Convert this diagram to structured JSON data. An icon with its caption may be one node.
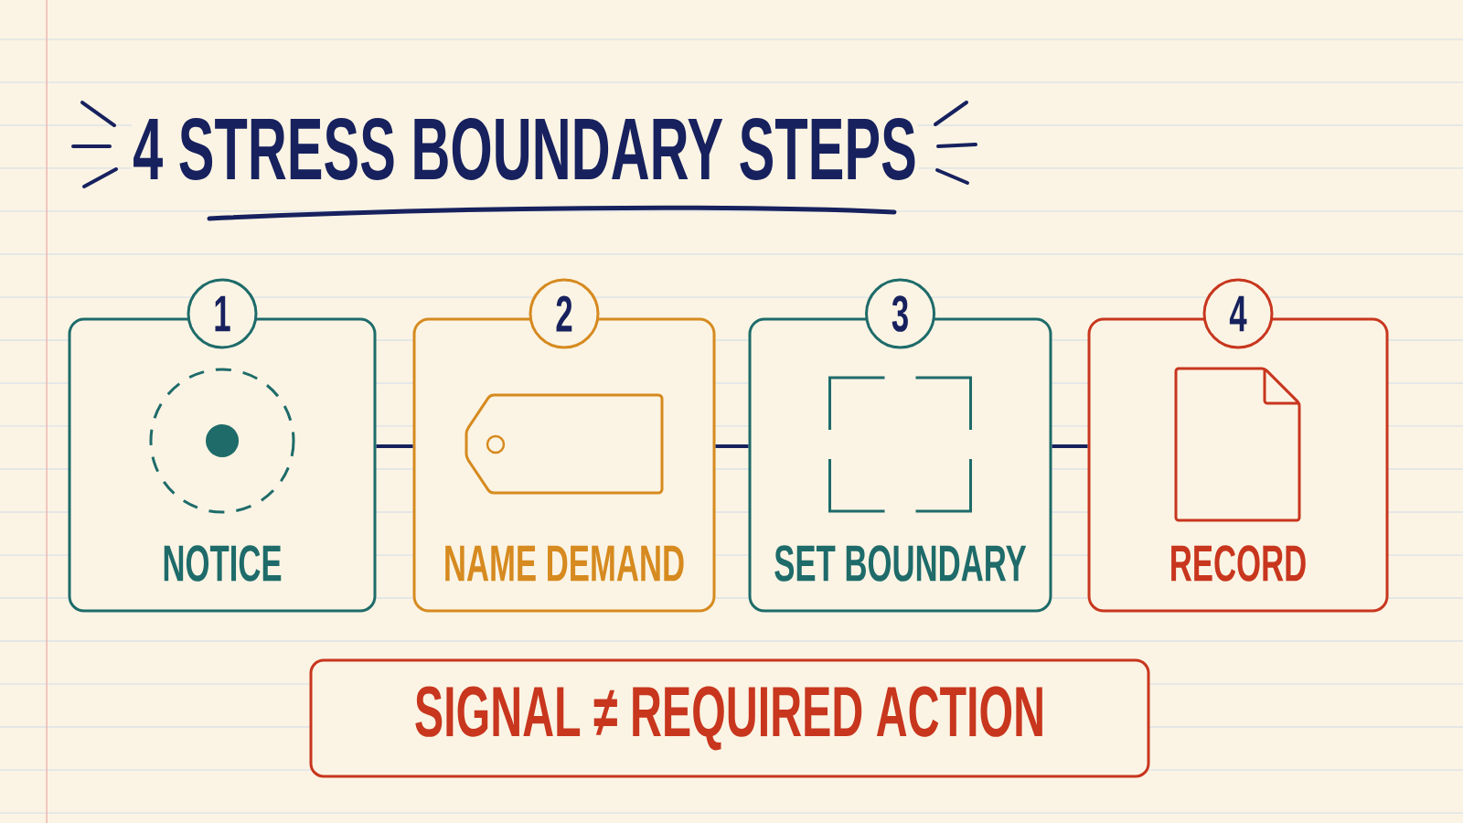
{
  "diagram": {
    "title": "4 STRESS BOUNDARY STEPS",
    "nodes": [
      {
        "text": [
          "1"
        ]
      },
      {
        "text": [
          "NOTICE"
        ]
      },
      {
        "text": [
          "2"
        ]
      },
      {
        "text": [
          "NAME DEMAND"
        ]
      },
      {
        "text": [
          "3"
        ]
      },
      {
        "text": [
          "SET BOUNDARY"
        ]
      },
      {
        "text": [
          "4"
        ]
      },
      {
        "text": [
          "RECORD"
        ]
      },
      {
        "text": [
          "SIGNAL ≠ REQUIRED ACTION"
        ]
      }
    ],
    "edges": [
      {
        "from": 1,
        "to": 3,
        "arrow": "none"
      },
      {
        "from": 3,
        "to": 5,
        "arrow": "none"
      },
      {
        "from": 5,
        "to": 7,
        "arrow": "none"
      }
    ]
  }
}
